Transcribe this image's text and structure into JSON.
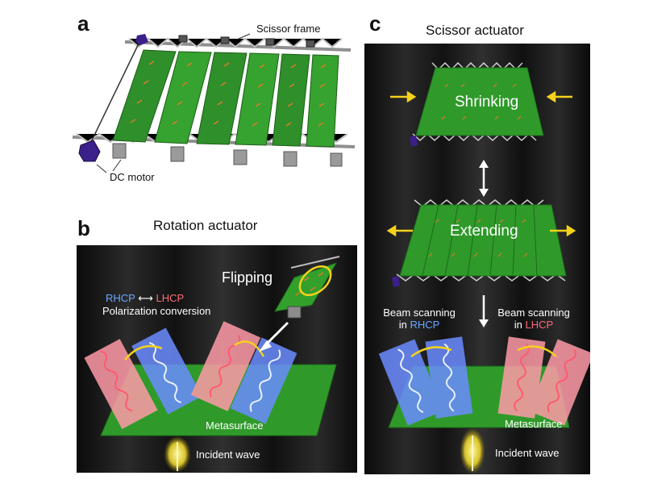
{
  "panels": {
    "a": {
      "letter": "a",
      "scissor_frame_label": "Scissor frame",
      "dc_motor_label": "DC motor"
    },
    "b": {
      "letter": "b",
      "title": "Rotation actuator",
      "flipping_label": "Flipping",
      "rhcp": "RHCP",
      "arrow": "⟷",
      "lhcp": "LHCP",
      "polarization_label": "Polarization conversion",
      "metasurface_label": "Metasurface",
      "incident_wave_label": "Incident wave"
    },
    "c": {
      "letter": "c",
      "title": "Scissor actuator",
      "shrinking_label": "Shrinking",
      "extending_label": "Extending",
      "beam_scanning_left": "Beam scanning",
      "in_left": "in ",
      "rhcp": "RHCP",
      "beam_scanning_right": "Beam scanning",
      "in_right": "in ",
      "lhcp": "LHCP",
      "metasurface_label": "Metasurface",
      "incident_wave_label": "Incident wave"
    }
  },
  "colors": {
    "metasurface_green": "#2f9a2a",
    "rhcp_blue": "#5b8cff",
    "lhcp_red": "#ff6b7d",
    "arrow_yellow": "#f4d21c",
    "motor_purple": "#3b1f8a"
  },
  "icons": [
    "dc-motor-icon",
    "scissor-frame-icon",
    "helix-wave-icon",
    "incident-beam-icon"
  ]
}
